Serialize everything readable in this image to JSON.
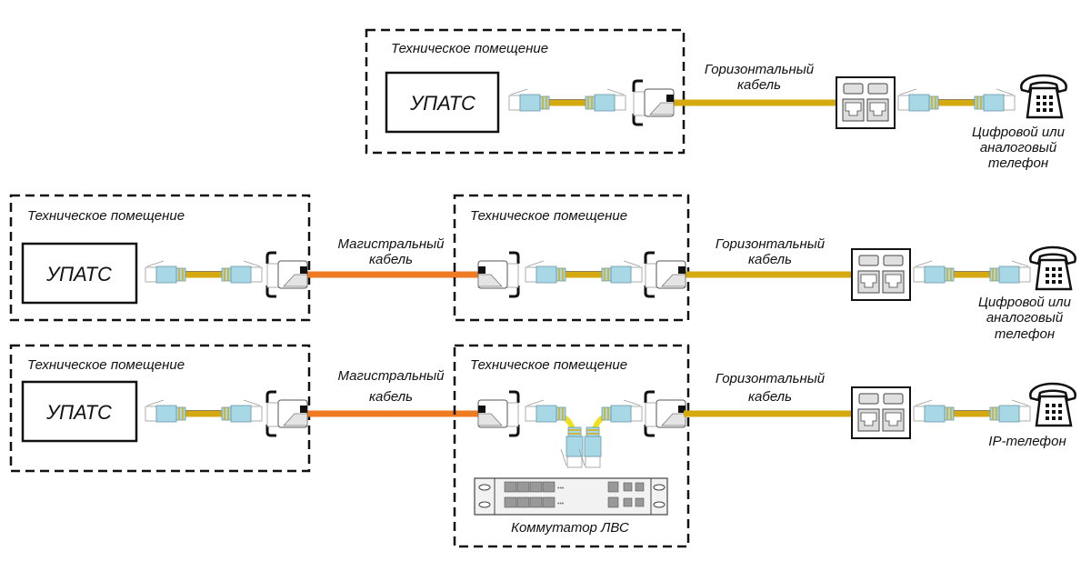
{
  "colors": {
    "horizontal_cable": "#d4aa10",
    "backbone_cable": "#ee7a22",
    "patch_cord": "#f0e020",
    "plug_body": "#a8d8e6"
  },
  "rows": [
    {
      "room_label": "Техническое помещение",
      "pbx": "УПАТС",
      "horizontal_cable": [
        "Горизонтальный",
        "кабель"
      ],
      "phone": [
        "Цифровой или",
        "аналоговый",
        "телефон"
      ]
    },
    {
      "room1_label": "Техническое помещение",
      "pbx": "УПАТС",
      "backbone_cable": [
        "Магистральный",
        "кабель"
      ],
      "room2_label": "Техническое помещение",
      "horizontal_cable": [
        "Горизонтальный",
        "кабель"
      ],
      "phone": [
        "Цифровой или",
        "аналоговый",
        "телефон"
      ]
    },
    {
      "room1_label": "Техническое помещение",
      "pbx": "УПАТС",
      "backbone_cable": [
        "Магистральный",
        "кабель"
      ],
      "room2_label": "Техническое помещение",
      "switch_label": "Коммутатор ЛВС",
      "horizontal_cable": [
        "Горизонтальный",
        "кабель"
      ],
      "phone": [
        "IP-телефон"
      ]
    }
  ]
}
